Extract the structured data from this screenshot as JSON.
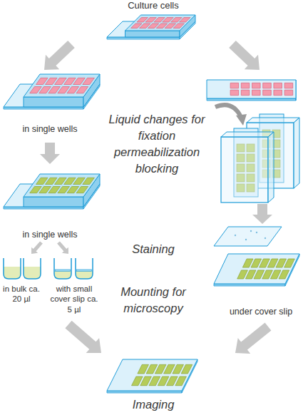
{
  "diagram": {
    "labels": [
      "Culture cells",
      "in single wells",
      "Liquid changes for fixation permeabilization blocking",
      "in single wells",
      "Staining",
      "in bulk ca. 20 µl",
      "with small cover slip ca. 5 µl",
      "Mounting for microscopy",
      "under cover slip",
      "Imaging"
    ]
  }
}
